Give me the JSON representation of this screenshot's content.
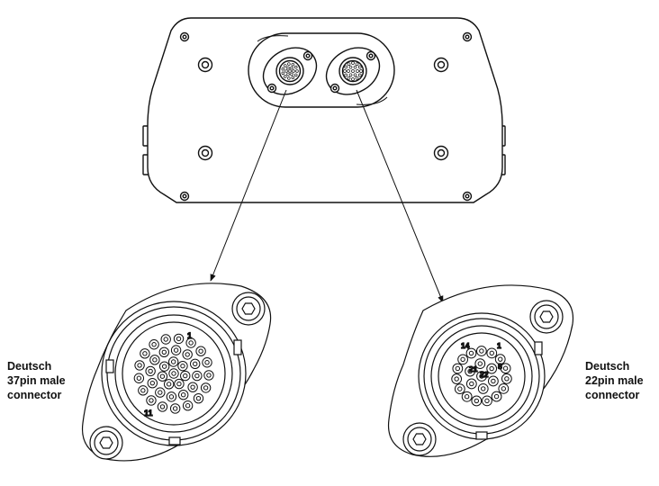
{
  "connectors": {
    "left": {
      "name_line1": "Deutsch",
      "name_line2": "37pin male",
      "name_line3": "connector",
      "pin_first": "1",
      "pin_last": "11"
    },
    "right": {
      "name_line1": "Deutsch",
      "name_line2": "22pin male",
      "name_line3": "connector",
      "pin_a": "14",
      "pin_b": "1",
      "pin_c": "21",
      "pin_d": "22",
      "pin_e": "8"
    }
  },
  "colors": {
    "stroke": "#111111",
    "fill": "#ffffff"
  }
}
